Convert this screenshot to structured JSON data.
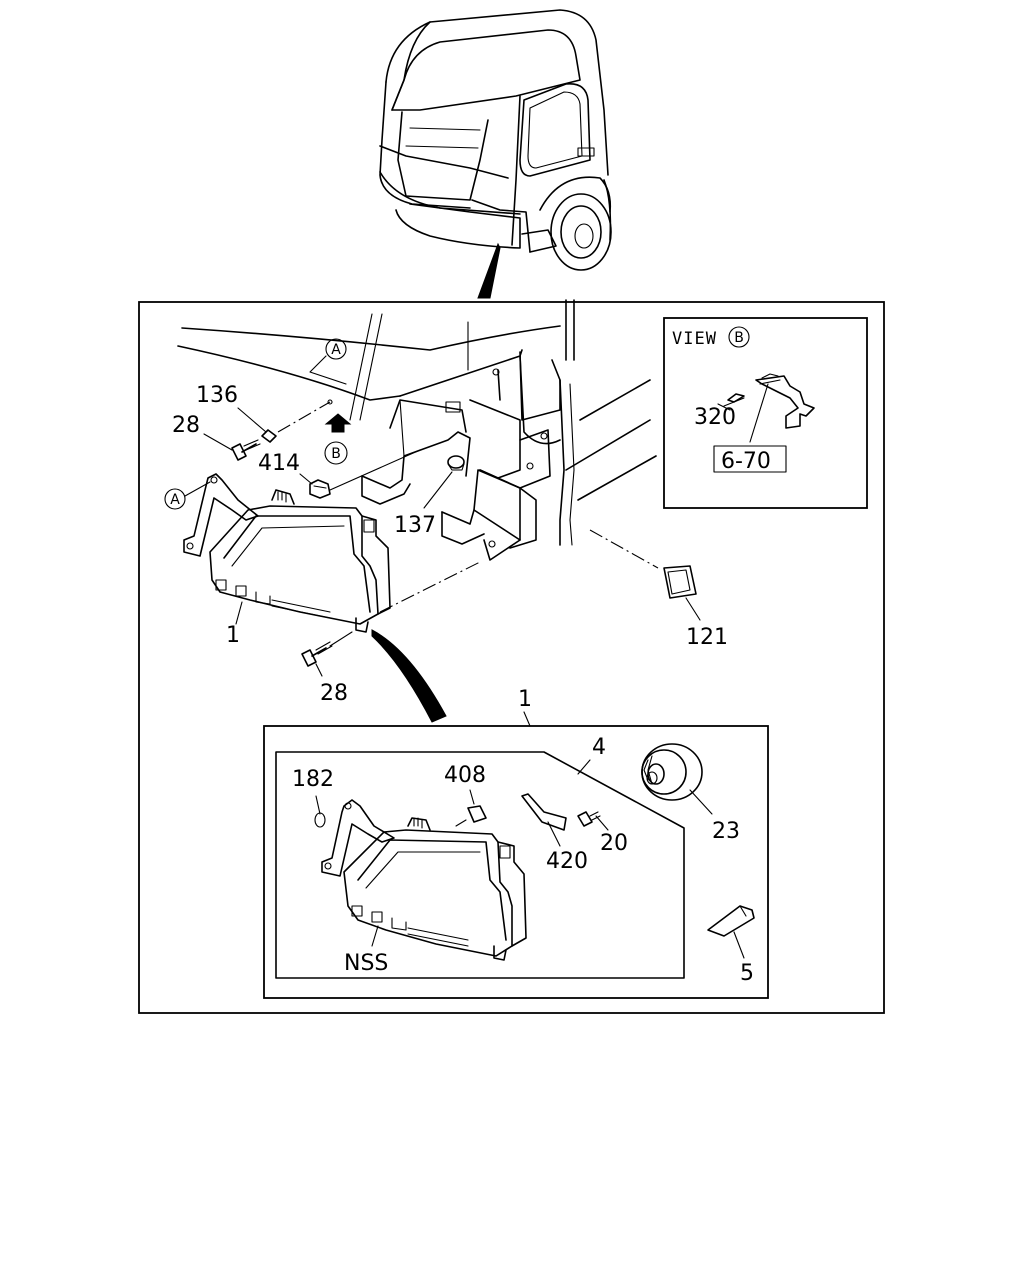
{
  "view_b": {
    "title": "VIEW",
    "marker": "B"
  },
  "markers": {
    "a": "A",
    "b": "B"
  },
  "parts": {
    "p136": "136",
    "p28_top": "28",
    "p414": "414",
    "p137": "137",
    "p1_top": "1",
    "p28_bottom": "28",
    "p121": "121",
    "p320": "320",
    "p6_70": "6-70",
    "p1_detail": "1",
    "p4": "4",
    "p182": "182",
    "p408": "408",
    "p420": "420",
    "p20": "20",
    "p23": "23",
    "p5": "5",
    "nss": "NSS"
  }
}
